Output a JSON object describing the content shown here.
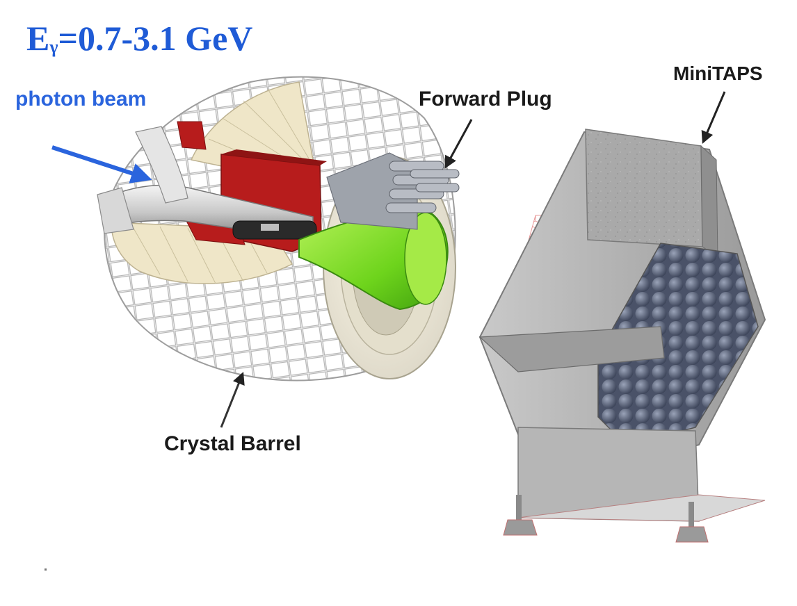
{
  "title": {
    "main": "E",
    "sub": "γ",
    "rest": "=0.7-3.1 GeV"
  },
  "labels": {
    "photon_beam": "photon beam",
    "forward_plug": "Forward Plug",
    "minitaps": "MiniTAPS",
    "crystal_barrel": "Crystal Barrel"
  },
  "colors": {
    "title": "#1f5bd6",
    "beam_label": "#2a64dd",
    "beam_arrow": "#2a64dd",
    "detector_red": "#b71c1c",
    "target_green": "#7ee02a",
    "crystal": "#efe6c8",
    "minitaps_grey": "#bdbdbd",
    "crystal_tube": "#505a72"
  }
}
